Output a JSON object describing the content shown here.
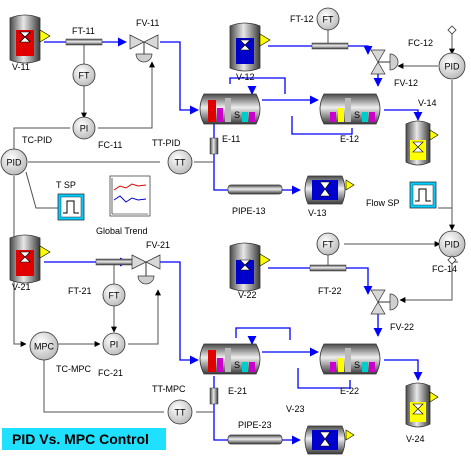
{
  "title": "PID Vs. MPC Control",
  "labels": {
    "v11": "V-11",
    "ft11": "FT-11",
    "fv11": "FV-11",
    "fc11": "FC-11",
    "tcpid": "TC-PID",
    "ttpid": "TT-PID",
    "e11": "E-11",
    "e12": "E-12",
    "v12": "V-12",
    "ft12": "FT-12",
    "fc12": "FC-12",
    "fv12": "FV-12",
    "v13": "V-13",
    "v14": "V-14",
    "pipe13": "PIPE-13",
    "tsp": "T SP",
    "globaltrend": "Global Trend",
    "flowsp": "Flow SP",
    "v21": "V-21",
    "ft21": "FT-21",
    "fv21": "FV-21",
    "fc21": "FC-21",
    "tcmpc": "TC-MPC",
    "ttmpc": "TT-MPC",
    "e21": "E-21",
    "e22": "E-22",
    "v22": "V-22",
    "ft22": "FT-22",
    "fc14": "FC-14",
    "fv22": "FV-22",
    "v23": "V-23",
    "v24": "V-24",
    "pipe23": "PIPE-23"
  },
  "symbols": {
    "ft": "FT",
    "pi": "PI",
    "pid": "PID",
    "tt": "TT",
    "mpc": "MPC",
    "s": "S"
  },
  "colors": {
    "flow_line": "#0000ff",
    "signal_line": "#606060",
    "banner": "#20e0ff",
    "tank_red": "#e00000",
    "tank_blue": "#0000cc",
    "tank_yellow": "#ffff00",
    "hx_red": "#e00000",
    "hx_magenta": "#cc00cc",
    "hx_yellow": "#ffff00",
    "hx_cyan": "#00cccc"
  }
}
